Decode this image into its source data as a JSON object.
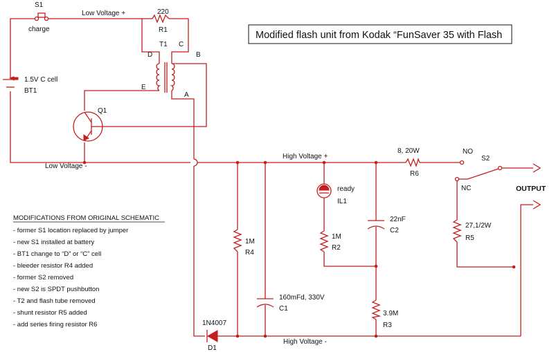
{
  "title": "Modified flash unit from Kodak “FunSaver 35 with Flash",
  "labels": {
    "s1": "S1",
    "charge": "charge",
    "low_voltage_plus": "Low Voltage +",
    "r1_value": "220",
    "r1": "R1",
    "t1": "T1",
    "d": "D",
    "c": "C",
    "b": "B",
    "e": "E",
    "a": "A",
    "bt1_value": "1.5V C cell",
    "bt1": "BT1",
    "q1": "Q1",
    "low_voltage_minus": "Low Voltage -",
    "high_voltage_plus": "High Voltage +",
    "r6_value": "8, 20W",
    "r6": "R6",
    "no": "NO",
    "s2": "S2",
    "nc": "NC",
    "output": "OUTPUT",
    "ready": "ready",
    "il1": "IL1",
    "c2_value": "22nF",
    "c2": "C2",
    "r5_value": "27,1/2W",
    "r5": "R5",
    "r4_value": "1M",
    "r4": "R4",
    "r2_value": "1M",
    "r2": "R2",
    "c1_value": "160mFd, 330V",
    "c1": "C1",
    "r3_value": "3.9M",
    "r3": "R3",
    "d1_value": "1N4007",
    "d1": "D1",
    "high_voltage_minus": "High Voltage -"
  },
  "modifications": {
    "heading": "MODIFICATIONS FROM ORIGINAL SCHEMATIC",
    "items": [
      "- former S1 location replaced by jumper",
      "- new S1 installed at battery",
      "- BT1 change to “D” or “C” cell",
      "- bleeder resistor R4 added",
      "- former S2 removed",
      "- new S2 is SPDT pushbutton",
      "- T2 and flash tube removed",
      "- shunt resistor R5 added",
      "- add series firing resistor R6"
    ]
  },
  "colors": {
    "wire": "#c41e1e",
    "text": "#111111"
  }
}
